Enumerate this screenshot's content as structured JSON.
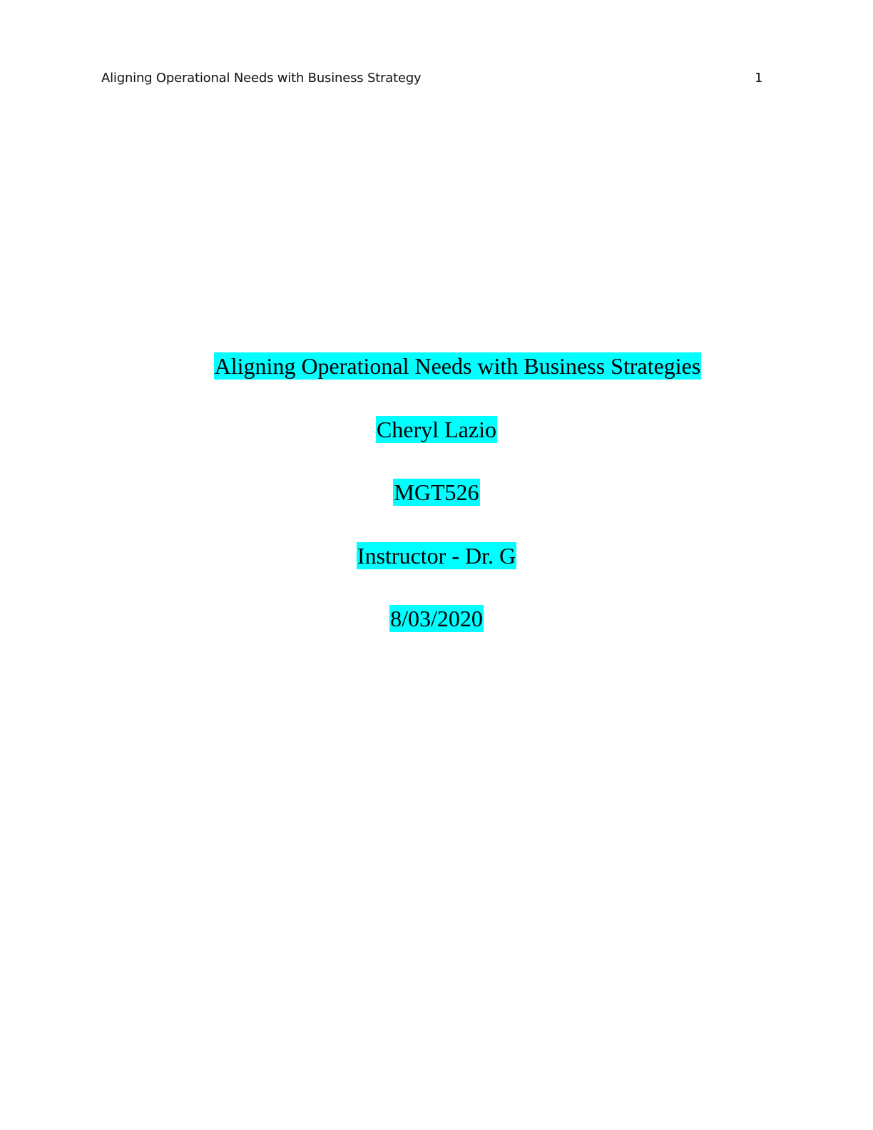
{
  "header": {
    "running_head": "Aligning Operational Needs with Business Strategy",
    "page_number": "1"
  },
  "title_page": {
    "title": "Aligning Operational Needs with Business Strategies",
    "author": "Cheryl Lazio",
    "course": "MGT526",
    "instructor": "Instructor - Dr. G",
    "date": "8/03/2020"
  },
  "colors": {
    "highlight": "#00ffff",
    "text": "#000000"
  }
}
